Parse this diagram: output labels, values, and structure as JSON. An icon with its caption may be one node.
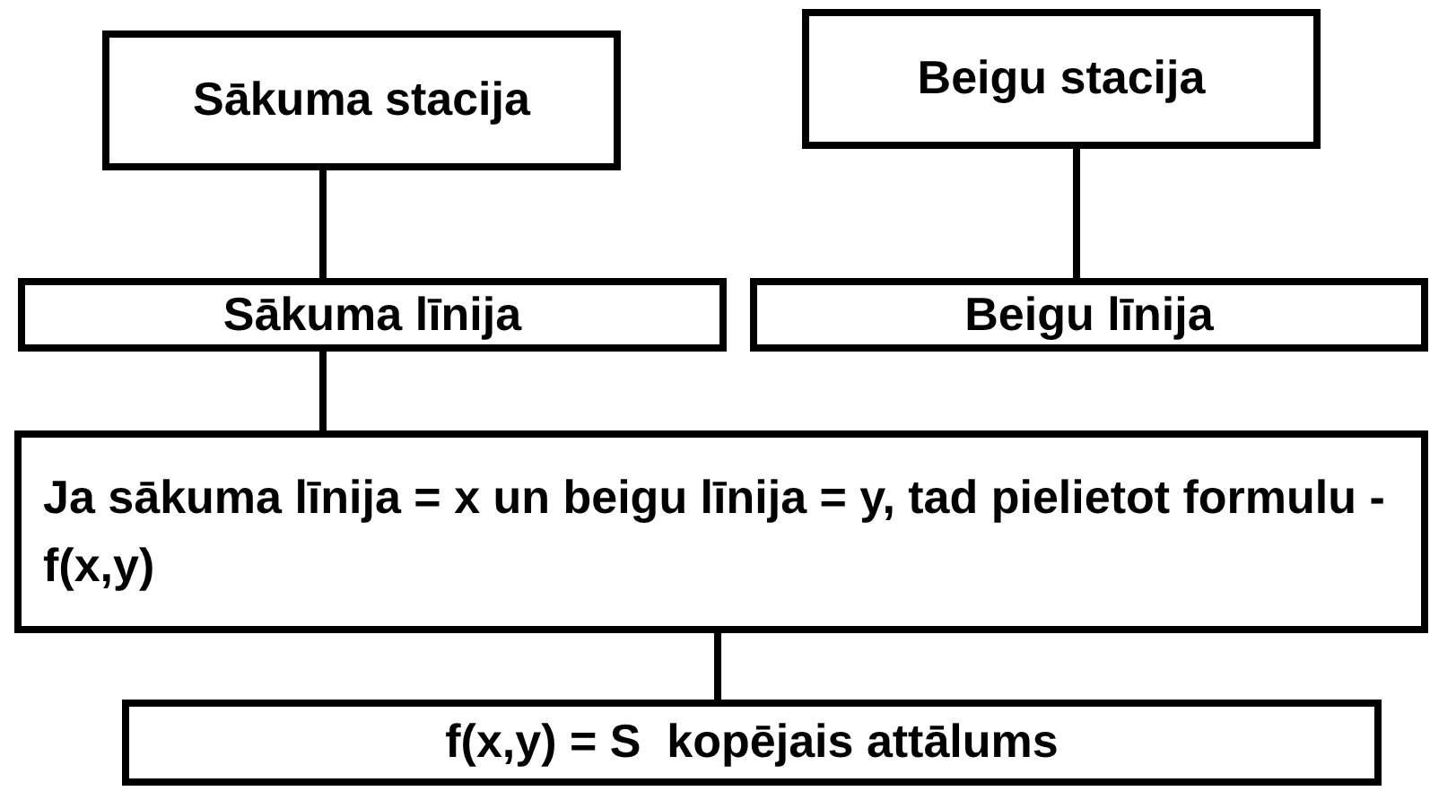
{
  "diagram": {
    "nodes": [
      {
        "text": [
          "Sākuma stacija"
        ]
      },
      {
        "text": [
          "Beigu stacija"
        ]
      },
      {
        "text": [
          "Sākuma līnija"
        ]
      },
      {
        "text": [
          "Beigu līnija"
        ]
      },
      {
        "text": [
          "Ja sākuma līnija = x un beigu līnija = y, tad pielietot formulu - f(x,y)"
        ]
      },
      {
        "text": [
          "f(x,y) = S  kopējais attālums"
        ]
      }
    ],
    "edges": [
      {
        "from": 0,
        "to": 2,
        "arrow": "none"
      },
      {
        "from": 1,
        "to": 3,
        "arrow": "none"
      },
      {
        "from": 2,
        "to": 4,
        "arrow": "none"
      },
      {
        "from": 4,
        "to": 5,
        "arrow": "none"
      }
    ]
  }
}
